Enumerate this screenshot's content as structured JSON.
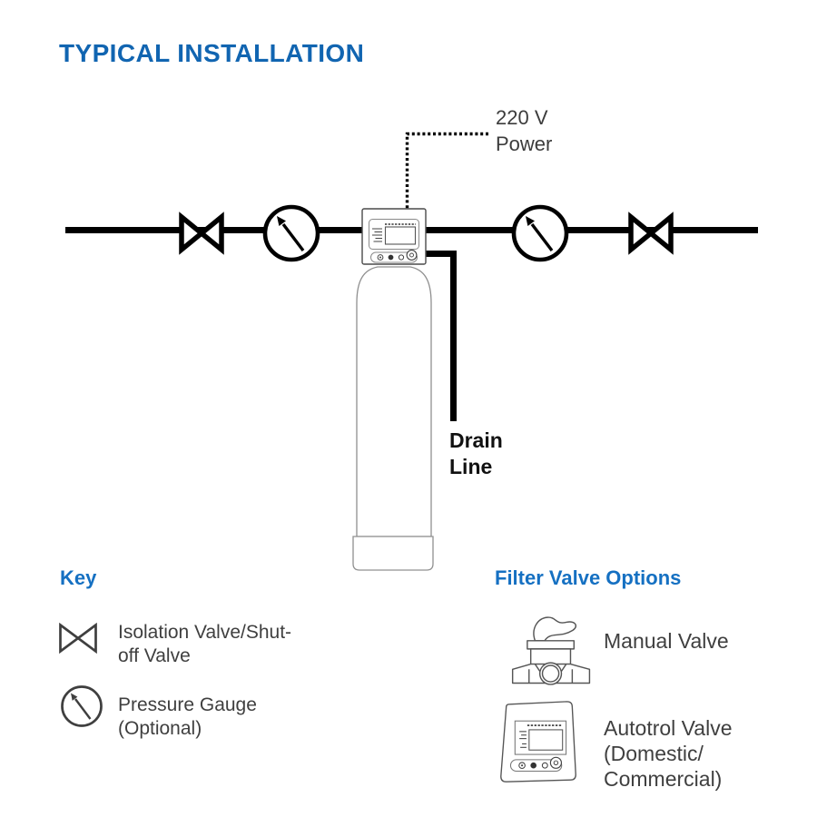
{
  "page": {
    "title": "TYPICAL INSTALLATION"
  },
  "colors": {
    "title_blue": "#1165b1",
    "heading_blue": "#1570c2",
    "text_dark": "#3f3f3f",
    "line_black": "#000000",
    "tank_outline_gray": "#909090"
  },
  "diagram": {
    "power_label": [
      "220 V",
      "Power"
    ],
    "drain_label": [
      "Drain",
      "Line"
    ],
    "components": [
      "isolation-valve-left",
      "pressure-gauge-left",
      "autotrol-valve-head",
      "media-tank",
      "pressure-gauge-right",
      "isolation-valve-right",
      "power-line-dotted",
      "drain-line",
      "main-pipe"
    ]
  },
  "key": {
    "heading": "Key",
    "items": [
      {
        "icon": "isolation-valve-icon",
        "lines": [
          "Isolation Valve/Shut-",
          "off Valve"
        ]
      },
      {
        "icon": "pressure-gauge-icon",
        "lines": [
          "Pressure Gauge",
          "(Optional)"
        ]
      }
    ]
  },
  "filter_valve_options": {
    "heading": "Filter Valve Options",
    "items": [
      {
        "icon": "manual-valve-icon",
        "lines": [
          "Manual Valve"
        ]
      },
      {
        "icon": "autotrol-valve-icon",
        "lines": [
          "Autotrol Valve",
          "(Domestic/",
          "Commercial)"
        ]
      }
    ]
  }
}
